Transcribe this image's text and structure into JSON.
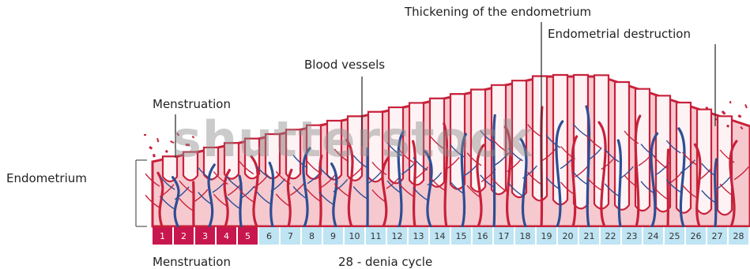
{
  "labels": {
    "thickening": "Thickening of the endometrium",
    "destruction": "Endometrial destruction",
    "blood_vessels": "Blood vessels",
    "menstruation_top": "Menstruation",
    "endometrium": "Endometrium",
    "menstruation_bottom": "Menstruation",
    "cycle": "28 - denia cycle"
  },
  "watermark": "shutterstock",
  "days": {
    "menstruation_days": [
      "1",
      "2",
      "3",
      "4",
      "5"
    ],
    "cycle_days": [
      "6",
      "7",
      "8",
      "9",
      "10",
      "11",
      "12",
      "13",
      "14",
      "15",
      "16",
      "17",
      "18",
      "19",
      "20",
      "21",
      "22",
      "23",
      "24",
      "25",
      "26",
      "27",
      "28"
    ]
  },
  "colors": {
    "tissue": "#f6c9cf",
    "artery": "#c8213a",
    "vein": "#2e4e93",
    "crypt": "#fdf3f5",
    "menstruation_day": "#c8174e",
    "cycle_day": "#bfe4f3"
  }
}
